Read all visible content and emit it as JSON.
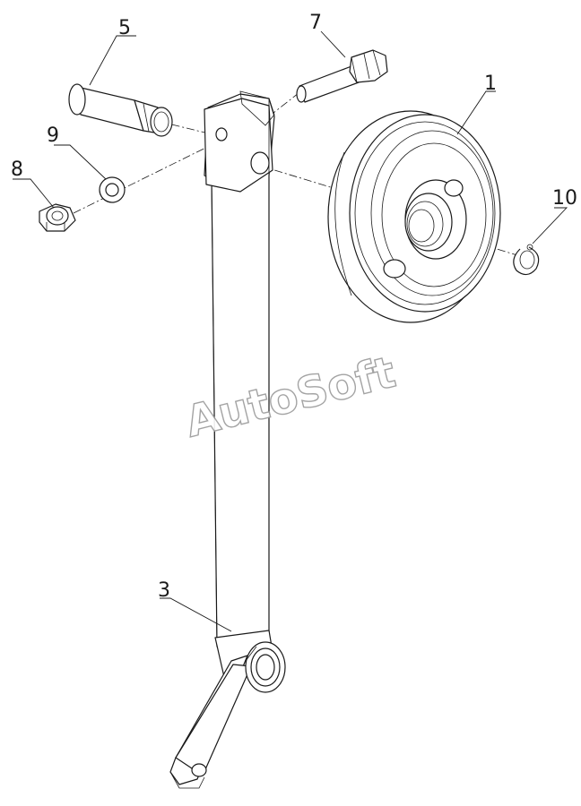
{
  "callouts": {
    "part_1": "1",
    "part_3": "3",
    "part_5": "5",
    "part_7": "7",
    "part_8": "8",
    "part_9": "9",
    "part_10": "10"
  },
  "watermark": "AutoSoft"
}
